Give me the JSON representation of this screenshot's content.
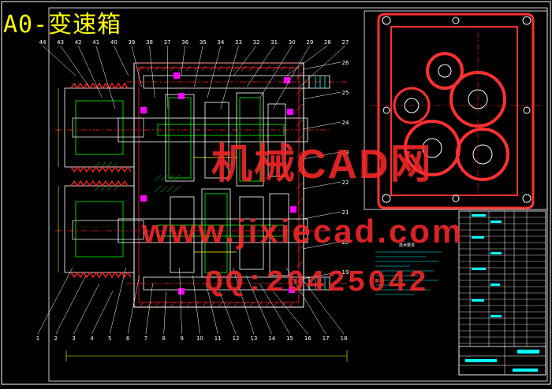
{
  "drawing": {
    "title": "A0-变速箱",
    "watermark_lines": [
      "机械CAD网",
      "www.jixiecad.com",
      "QQ:20425042"
    ],
    "notes_title": "技术要求"
  },
  "part_numbers": {
    "top": [
      "44",
      "43",
      "42",
      "41",
      "40",
      "39",
      "38",
      "37",
      "36",
      "35",
      "34",
      "33",
      "32",
      "31",
      "30",
      "29",
      "28",
      "27"
    ],
    "right": [
      "26",
      "25",
      "24",
      "23",
      "22",
      "21",
      "20",
      "19"
    ],
    "bottom": [
      "1",
      "2",
      "3",
      "4",
      "5",
      "6",
      "7",
      "8",
      "9",
      "10",
      "11",
      "12",
      "13",
      "14",
      "15",
      "16",
      "17",
      "18"
    ]
  },
  "colors": {
    "background": "#000000",
    "outline": "#ffffff",
    "red_line": "#ff2020",
    "green_line": "#00ff00",
    "magenta": "#ff00ff",
    "yellow": "#ffff00",
    "cyan": "#00ffff",
    "hatch": "#ff3030"
  }
}
